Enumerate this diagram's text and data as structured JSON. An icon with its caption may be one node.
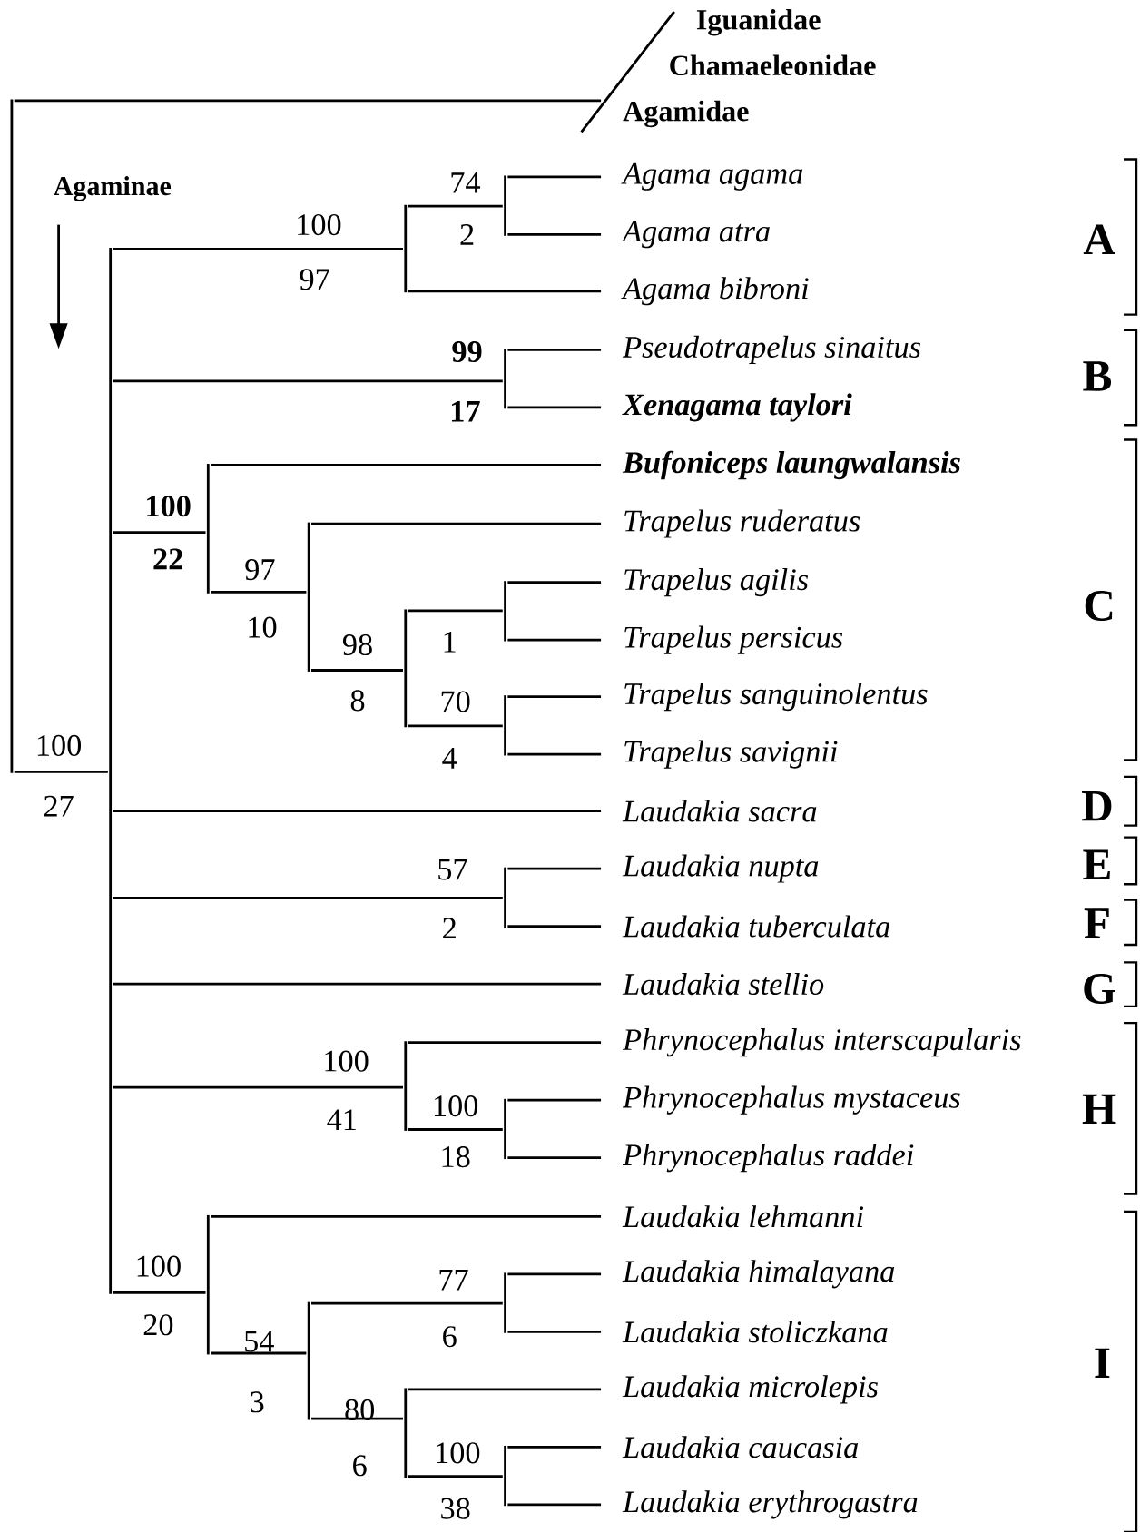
{
  "diagram": {
    "nodes": [
      {
        "text": [],
        "shape": "bar"
      },
      {
        "text": [
          "Iguanidae",
          "Chamaeleonidae",
          "Agamidae"
        ]
      },
      {
        "text": [],
        "shape": "bar",
        "beside": [
          "100",
          "27"
        ]
      },
      {
        "text": [],
        "shape": "bar",
        "beside": [
          "100",
          "97"
        ]
      },
      {
        "text": [],
        "shape": "bar",
        "beside": [
          "74",
          "2"
        ]
      },
      {
        "text": [],
        "shape": "bar",
        "beside": [
          "99",
          "17"
        ]
      },
      {
        "text": [],
        "shape": "bar",
        "beside": [
          "100",
          "22"
        ]
      },
      {
        "text": [],
        "shape": "bar",
        "beside": [
          "97",
          "10"
        ]
      },
      {
        "text": [],
        "shape": "bar",
        "beside": [
          "98",
          "8"
        ]
      },
      {
        "text": [],
        "shape": "bar",
        "beside": [
          "1"
        ]
      },
      {
        "text": [],
        "shape": "bar",
        "beside": [
          "70",
          "4"
        ]
      },
      {
        "text": [],
        "shape": "bar",
        "beside": [
          "57",
          "2"
        ]
      },
      {
        "text": [],
        "shape": "bar",
        "beside": [
          "100",
          "41"
        ]
      },
      {
        "text": [],
        "shape": "bar",
        "beside": [
          "100",
          "18"
        ]
      },
      {
        "text": [],
        "shape": "bar",
        "beside": [
          "100",
          "20"
        ]
      },
      {
        "text": [],
        "shape": "bar",
        "beside": [
          "54",
          "3"
        ]
      },
      {
        "text": [],
        "shape": "bar",
        "beside": [
          "77",
          "6"
        ]
      },
      {
        "text": [],
        "shape": "bar",
        "beside": [
          "80",
          "6"
        ]
      },
      {
        "text": [],
        "shape": "bar",
        "beside": [
          "100",
          "38"
        ]
      },
      {
        "text": [
          "Agama agama"
        ]
      },
      {
        "text": [
          "Agama atra"
        ]
      },
      {
        "text": [
          "Agama bibroni"
        ]
      },
      {
        "text": [
          "Pseudotrapelus sinaitus"
        ]
      },
      {
        "text": [
          "Xenagama taylori"
        ]
      },
      {
        "text": [
          "Bufoniceps laungwalansis"
        ]
      },
      {
        "text": [
          "Trapelus ruderatus"
        ]
      },
      {
        "text": [
          "Trapelus agilis"
        ]
      },
      {
        "text": [
          "Trapelus persicus"
        ]
      },
      {
        "text": [
          "Trapelus sanguinolentus"
        ]
      },
      {
        "text": [
          "Trapelus savignii"
        ]
      },
      {
        "text": [
          "Laudakia sacra"
        ]
      },
      {
        "text": [
          "Laudakia nupta"
        ]
      },
      {
        "text": [
          "Laudakia tuberculata"
        ]
      },
      {
        "text": [
          "Laudakia stellio"
        ]
      },
      {
        "text": [
          "Phrynocephalus interscapularis"
        ]
      },
      {
        "text": [
          "Phrynocephalus mystaceus"
        ]
      },
      {
        "text": [
          "Phrynocephalus raddei"
        ]
      },
      {
        "text": [
          "Laudakia lehmanni"
        ]
      },
      {
        "text": [
          "Laudakia himalayana"
        ]
      },
      {
        "text": [
          "Laudakia stoliczkana"
        ]
      },
      {
        "text": [
          "Laudakia microlepis"
        ]
      },
      {
        "text": [
          "Laudakia caucasia"
        ]
      },
      {
        "text": [
          "Laudakia erythrogastra"
        ]
      }
    ],
    "edges": [
      {
        "from": 0,
        "to": 1,
        "arrow": "none"
      },
      {
        "from": 0,
        "to": 2,
        "arrow": "none"
      },
      {
        "from": 2,
        "to": 3,
        "arrow": "none"
      },
      {
        "from": 2,
        "to": 5,
        "arrow": "none"
      },
      {
        "from": 2,
        "to": 6,
        "arrow": "none"
      },
      {
        "from": 2,
        "to": 30,
        "arrow": "none"
      },
      {
        "from": 2,
        "to": 11,
        "arrow": "none"
      },
      {
        "from": 2,
        "to": 33,
        "arrow": "none"
      },
      {
        "from": 2,
        "to": 12,
        "arrow": "none"
      },
      {
        "from": 2,
        "to": 14,
        "arrow": "none"
      },
      {
        "from": 3,
        "to": 4,
        "arrow": "none"
      },
      {
        "from": 3,
        "to": 21,
        "arrow": "none"
      },
      {
        "from": 4,
        "to": 19,
        "arrow": "none"
      },
      {
        "from": 4,
        "to": 20,
        "arrow": "none"
      },
      {
        "from": 5,
        "to": 22,
        "arrow": "none"
      },
      {
        "from": 5,
        "to": 23,
        "arrow": "none"
      },
      {
        "from": 6,
        "to": 24,
        "arrow": "none"
      },
      {
        "from": 6,
        "to": 7,
        "arrow": "none"
      },
      {
        "from": 7,
        "to": 25,
        "arrow": "none"
      },
      {
        "from": 7,
        "to": 8,
        "arrow": "none"
      },
      {
        "from": 8,
        "to": 9,
        "arrow": "none"
      },
      {
        "from": 8,
        "to": 10,
        "arrow": "none"
      },
      {
        "from": 9,
        "to": 26,
        "arrow": "none"
      },
      {
        "from": 9,
        "to": 27,
        "arrow": "none"
      },
      {
        "from": 10,
        "to": 28,
        "arrow": "none"
      },
      {
        "from": 10,
        "to": 29,
        "arrow": "none"
      },
      {
        "from": 11,
        "to": 31,
        "arrow": "none"
      },
      {
        "from": 11,
        "to": 32,
        "arrow": "none"
      },
      {
        "from": 12,
        "to": 34,
        "arrow": "none"
      },
      {
        "from": 12,
        "to": 13,
        "arrow": "none"
      },
      {
        "from": 13,
        "to": 35,
        "arrow": "none"
      },
      {
        "from": 13,
        "to": 36,
        "arrow": "none"
      },
      {
        "from": 14,
        "to": 37,
        "arrow": "none"
      },
      {
        "from": 14,
        "to": 15,
        "arrow": "none"
      },
      {
        "from": 15,
        "to": 16,
        "arrow": "none"
      },
      {
        "from": 15,
        "to": 17,
        "arrow": "none"
      },
      {
        "from": 16,
        "to": 38,
        "arrow": "none"
      },
      {
        "from": 16,
        "to": 39,
        "arrow": "none"
      },
      {
        "from": 17,
        "to": 40,
        "arrow": "none"
      },
      {
        "from": 17,
        "to": 18,
        "arrow": "none"
      },
      {
        "from": 18,
        "to": 41,
        "arrow": "none"
      },
      {
        "from": 18,
        "to": 42,
        "arrow": "none"
      }
    ],
    "labels": [
      "Agaminae",
      "A",
      "B",
      "C",
      "D",
      "E",
      "F",
      "G",
      "H",
      "I"
    ]
  }
}
